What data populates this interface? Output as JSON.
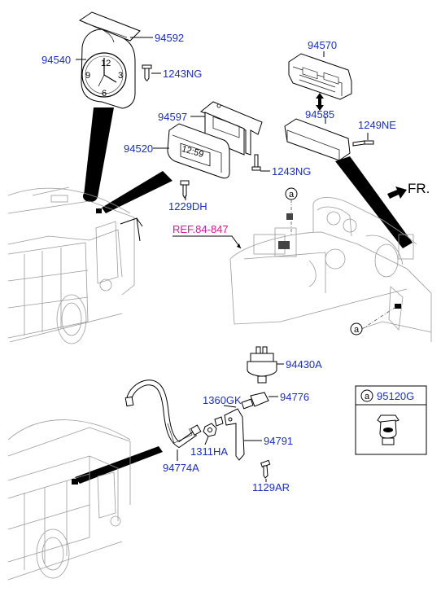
{
  "parts": {
    "p94592": "94592",
    "p94540": "94540",
    "p1243NG_a": "1243NG",
    "p94597": "94597",
    "p94520": "94520",
    "p1243NG_b": "1243NG",
    "p1229DH": "1229DH",
    "p94570": "94570",
    "p94585": "94585",
    "p1249NE": "1249NE",
    "p94430A": "94430A",
    "p1360GK": "1360GK",
    "p94776": "94776",
    "p94791": "94791",
    "p1311HA": "1311HA",
    "p94774A": "94774A",
    "p1129AR": "1129AR"
  },
  "reference": "REF.84-847",
  "direction": "FR.",
  "callout": "a",
  "legend": {
    "letter": "a",
    "part": "95120G"
  },
  "clock_face": {
    "n12": "12",
    "n3": "3",
    "n6": "6",
    "n9": "9"
  },
  "display_text": "12:59",
  "colors": {
    "part_number": "#1a2fbf",
    "reference": "#e0139a"
  }
}
